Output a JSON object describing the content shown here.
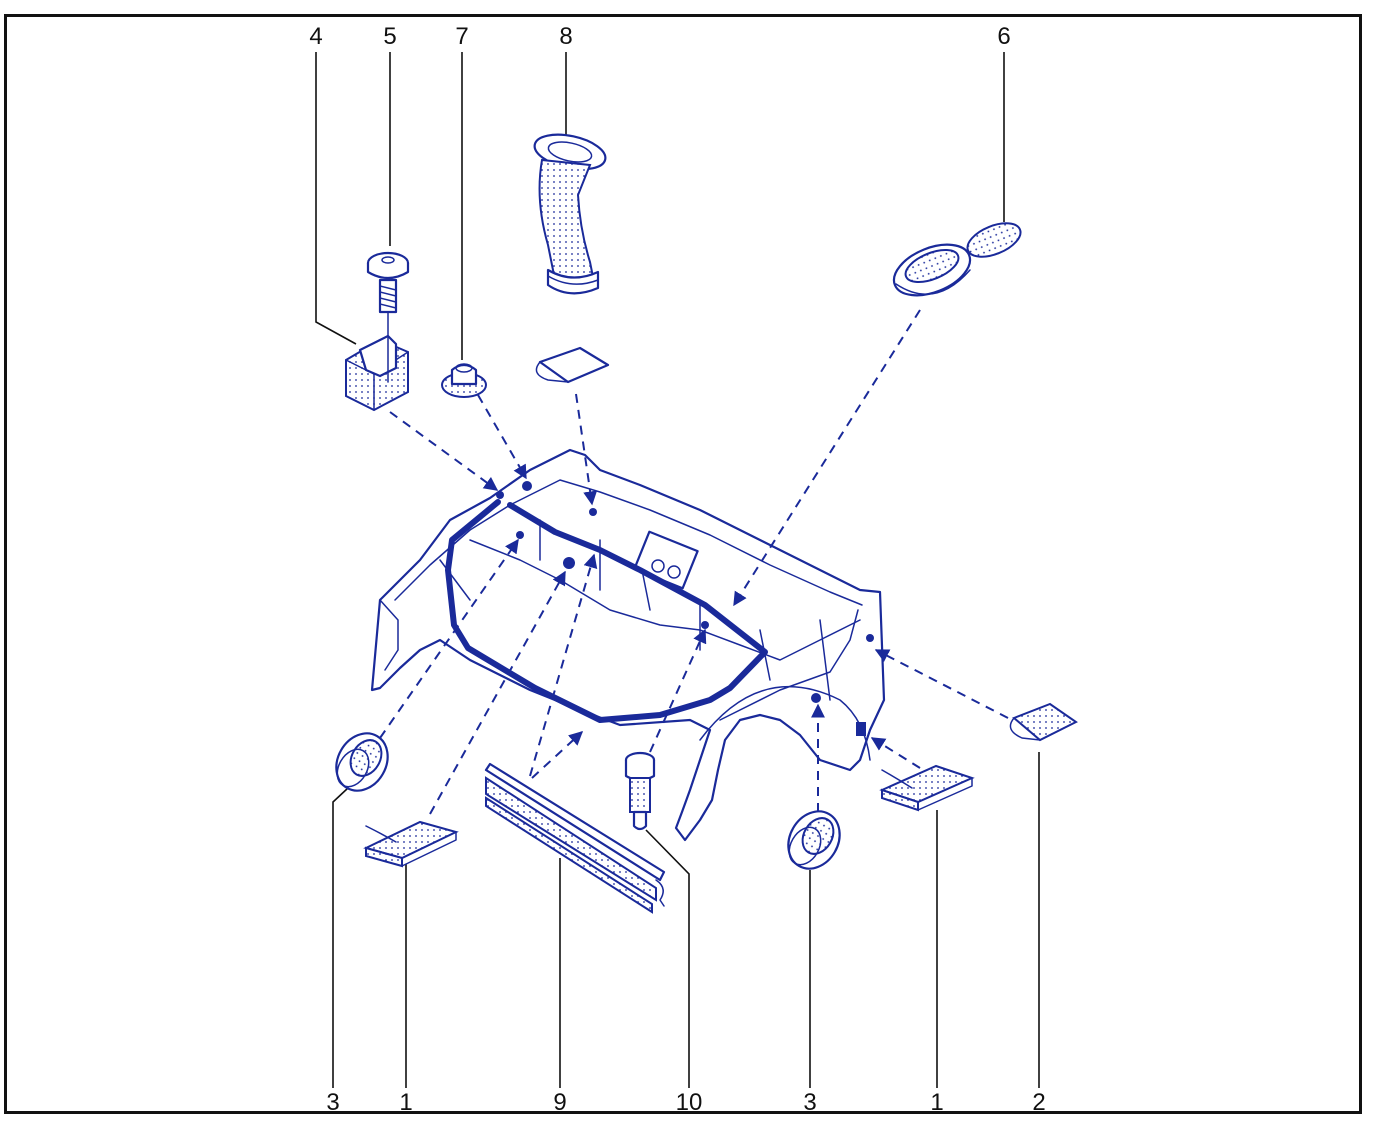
{
  "diagram": {
    "line_color": "#1a2a9a",
    "label_color": "#111111",
    "callouts_top": [
      "4",
      "5",
      "7",
      "8",
      "6"
    ],
    "callouts_bottom": [
      "3",
      "1",
      "9",
      "10",
      "3",
      "1",
      "2"
    ]
  }
}
